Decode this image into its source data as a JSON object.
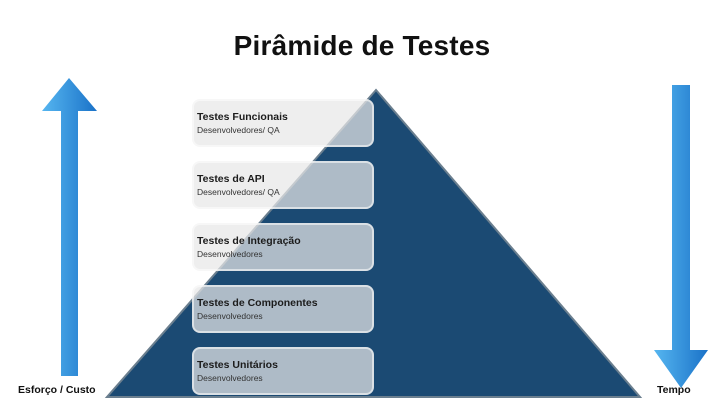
{
  "title": "Pirâmide de Testes",
  "left_axis_label": "Esforço / Custo",
  "right_axis_label": "Tempo",
  "colors": {
    "pyramid": "#1b4a73",
    "pyramid_stroke": "#6b7f8f",
    "arrow_top": "#56b6f0",
    "arrow_bottom": "#1a72c8"
  },
  "layers": [
    {
      "name": "Testes Funcionais",
      "sub": "Desenvolvedores/ QA"
    },
    {
      "name": "Testes de API",
      "sub": "Desenvolvedores/ QA"
    },
    {
      "name": "Testes de Integração",
      "sub": "Desenvolvedores"
    },
    {
      "name": "Testes de Componentes",
      "sub": "Desenvolvedores"
    },
    {
      "name": "Testes Unitários",
      "sub": "Desenvolvedores"
    }
  ]
}
